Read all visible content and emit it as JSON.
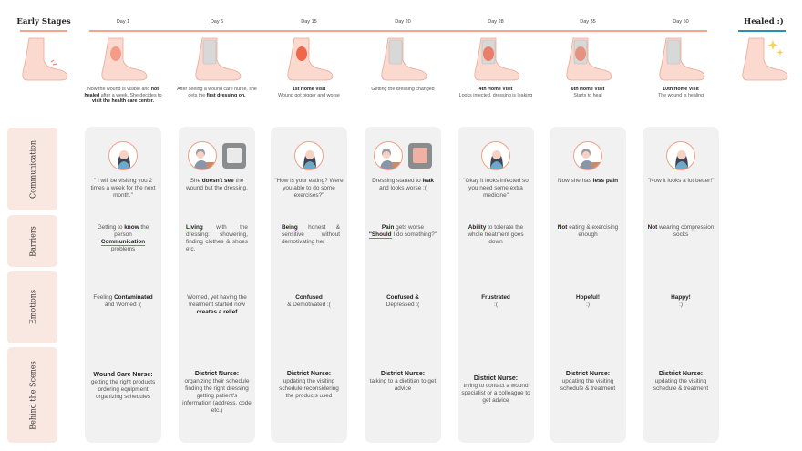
{
  "header": {
    "early_title": "Early Stages",
    "healed_title": "Healed :)"
  },
  "days": [
    {
      "label": "Day 1",
      "desc_pre": "Now the wound is visible and ",
      "desc_b1": "not healed",
      "desc_mid": " after a week. She decides to ",
      "desc_b2": "visit the health care center.",
      "desc_post": ""
    },
    {
      "label": "Day 6",
      "desc_pre": "After seeing a wound care nurse, she gets the ",
      "desc_b1": "first dressing on.",
      "desc_mid": "",
      "desc_b2": "",
      "desc_post": ""
    },
    {
      "label": "Day 15",
      "desc_pre": "",
      "desc_b1": "1st Home Visit",
      "desc_mid": " Wound got bigger and worse",
      "desc_b2": "",
      "desc_post": ""
    },
    {
      "label": "Day 20",
      "desc_pre": "Getting the dressing changed",
      "desc_b1": "",
      "desc_mid": "",
      "desc_b2": "",
      "desc_post": ""
    },
    {
      "label": "Day 28",
      "desc_pre": "",
      "desc_b1": "4th Home Visit",
      "desc_mid": " Looks infected, dressing is leaking",
      "desc_b2": "",
      "desc_post": ""
    },
    {
      "label": "Day 35",
      "desc_pre": "",
      "desc_b1": "6th Home Visit",
      "desc_mid": " Starts to heal",
      "desc_b2": "",
      "desc_post": ""
    },
    {
      "label": "Day 50",
      "desc_pre": "",
      "desc_b1": "10th Home Visit",
      "desc_mid": " The wound is healing",
      "desc_b2": "",
      "desc_post": ""
    }
  ],
  "rows": {
    "communication": "Communication",
    "barriers": "Barriers",
    "emotions": "Emotions",
    "behind": "Behind the Scenes"
  },
  "communication": [
    {
      "pre": "\" I will be visiting you 2 times a week for the next month.\"",
      "b": "",
      "post": ""
    },
    {
      "pre": "She ",
      "b": "doesn't see",
      "post": " the wound but the dressing."
    },
    {
      "pre": "\"How is your eating? Were you able to do some exercises?\"",
      "b": "",
      "post": ""
    },
    {
      "pre": "Dressing started to ",
      "b": "leak",
      "post": " and looks worse :("
    },
    {
      "pre": "\"Okay it looks infected so you need some extra medicine\"",
      "b": "",
      "post": ""
    },
    {
      "pre": "Now she has ",
      "b": "less pain",
      "post": ""
    },
    {
      "pre": "\"Now it looks a lot better!\"",
      "b": "",
      "post": ""
    }
  ],
  "barriers": [
    {
      "l1_pre": "Getting to ",
      "l1_b": "know",
      "l1_post": " the person",
      "l2_b": "Communication",
      "l2_post": " problems"
    },
    {
      "l1_pre": "",
      "l1_b": "Living",
      "l1_post": " with the dressing: showering, finding clothes & shoes etc.",
      "l2_b": "",
      "l2_post": ""
    },
    {
      "l1_pre": "",
      "l1_b": "Being",
      "l1_post": " honest & sensitive without demotivating her",
      "l2_b": "",
      "l2_post": ""
    },
    {
      "l1_pre": "",
      "l1_b": "Pain",
      "l1_post": " gets worse",
      "l2_b": "\"Should",
      "l2_post": " I do something?\""
    },
    {
      "l1_pre": "",
      "l1_b": "Ability",
      "l1_post": " to tolerate the whole treatment goes down",
      "l2_b": "",
      "l2_post": ""
    },
    {
      "l1_pre": "",
      "l1_b": "Not",
      "l1_post": " eating & exercising enough",
      "l2_b": "",
      "l2_post": ""
    },
    {
      "l1_pre": "",
      "l1_b": "Not",
      "l1_post": " wearing compression socks",
      "l2_b": "",
      "l2_post": ""
    }
  ],
  "emotions": [
    {
      "pre": "Feeling ",
      "b": "Contaminated",
      "post": " and Worried :("
    },
    {
      "pre": "Worried, yet having the treatment started now ",
      "b": "creates a relief",
      "post": ""
    },
    {
      "pre": "",
      "b": "Confused",
      "post": " & Demotivated :("
    },
    {
      "pre": "",
      "b": "Confused &",
      "post": " Depressed :("
    },
    {
      "pre": "",
      "b": "Frustrated",
      "post": " :("
    },
    {
      "pre": "",
      "b": "Hopeful!",
      "post": " :)"
    },
    {
      "pre": "",
      "b": "Happy!",
      "post": " :)"
    }
  ],
  "behind": [
    {
      "b": "Wound Care Nurse:",
      "text": "getting the right products ordering equipment organizing schedules"
    },
    {
      "b": "District Nurse:",
      "text": "organizing their schedule finding the right dressing getting patient's information (address, code etc.)"
    },
    {
      "b": "District Nurse:",
      "text": "updating the visiting schedule reconsidering the products used"
    },
    {
      "b": "District Nurse:",
      "text": "talking to a dietitian to get advice"
    },
    {
      "b": "District Nurse:",
      "text": "trying to contact a wound specialist or a colleague to get advice"
    },
    {
      "b": "District Nurse:",
      "text": "updating the visiting schedule & treatment"
    },
    {
      "b": "District Nurse:",
      "text": "updating the visiting schedule & treatment"
    }
  ],
  "colors": {
    "accent": "#f2a58a",
    "healed": "#2a8fb8",
    "column_bg": "#f1f1f1",
    "row_label_bg": "#f9e8e1",
    "highlight": "#e05c45"
  }
}
